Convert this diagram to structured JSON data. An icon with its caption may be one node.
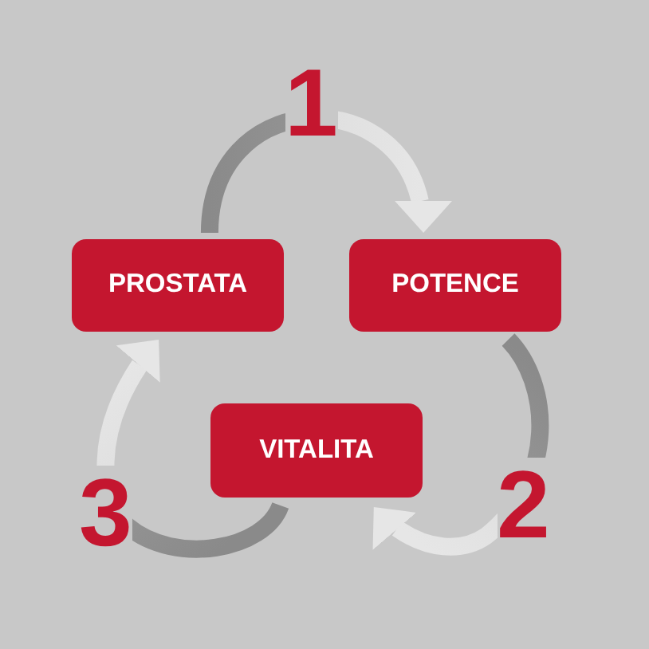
{
  "diagram": {
    "nodes": [
      {
        "text": [
          "PROSTATA"
        ]
      },
      {
        "text": [
          "POTENCE"
        ]
      },
      {
        "text": [
          "VITALITA"
        ]
      }
    ],
    "edges": [
      {
        "from": 0,
        "to": 1,
        "arrow": "to",
        "label": "1"
      },
      {
        "from": 1,
        "to": 2,
        "arrow": "to",
        "label": "2"
      },
      {
        "from": 2,
        "to": 0,
        "arrow": "to",
        "label": "3"
      }
    ]
  }
}
